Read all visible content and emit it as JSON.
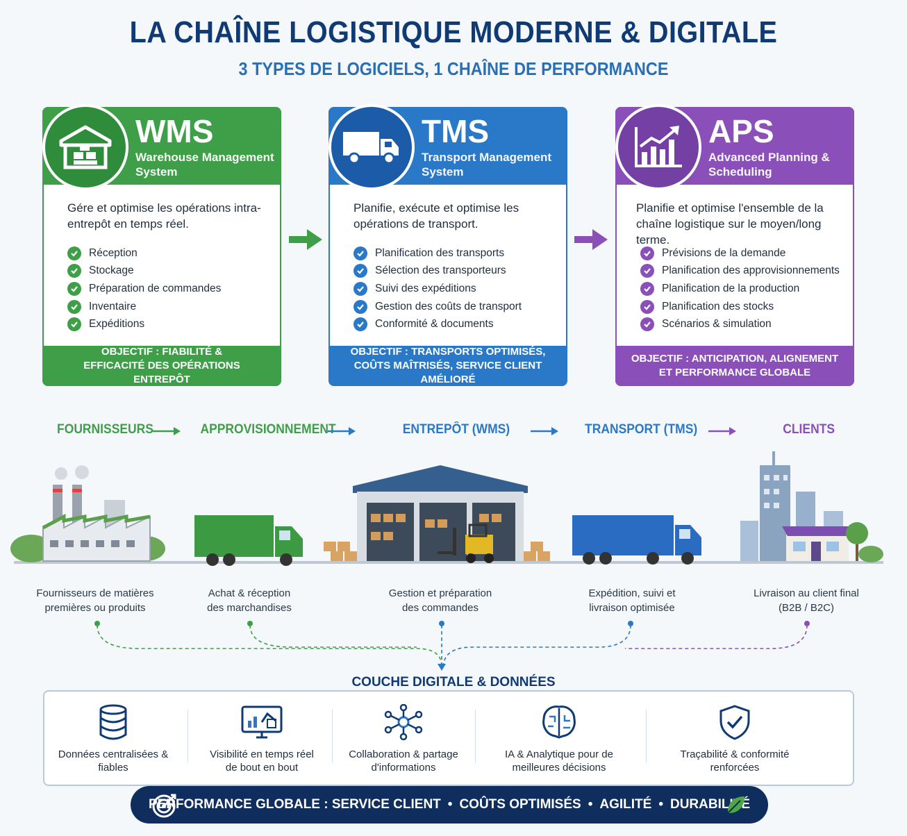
{
  "title": "LA CHAÎNE LOGISTIQUE MODERNE & DIGITALE",
  "subtitle": "3 TYPES DE LOGICIELS, 1 CHAÎNE DE PERFORMANCE",
  "colors": {
    "wms": "#3f9e48",
    "tms": "#2a78c8",
    "aps": "#8a4fb8",
    "navy": "#0f3a73"
  },
  "cards": [
    {
      "code": "WMS",
      "name": "Warehouse Management System",
      "icon": "warehouse-icon",
      "description": "Gére et optimise les opérations intra-entrepôt en temps réel.",
      "features": [
        "Réception",
        "Stockage",
        "Préparation de commandes",
        "Inventaire",
        "Expéditions"
      ],
      "objective": "OBJECTIF : FIABILITÉ & EFFICACITÉ DES OPÉRATIONS ENTREPÔT"
    },
    {
      "code": "TMS",
      "name": "Transport Management System",
      "icon": "truck-icon",
      "description": "Planifie, exécute et optimise les opérations de transport.",
      "features": [
        "Planification des transports",
        "Sélection des transporteurs",
        "Suivi des expéditions",
        "Gestion des coûts de transport",
        "Conformité & documents"
      ],
      "objective": "OBJECTIF : TRANSPORTS OPTIMISÉS, COÛTS MAÎTRISÉS, SERVICE CLIENT AMÉLIORÉ"
    },
    {
      "code": "APS",
      "name": "Advanced Planning & Scheduling",
      "icon": "growth-chart-icon",
      "description": "Planifie et optimise l'ensemble de la chaîne logistique sur le moyen/long terme.",
      "features": [
        "Prévisions de la demande",
        "Planification des approvisionnements",
        "Planification de la production",
        "Planification des stocks",
        "Scénarios & simulation"
      ],
      "objective": "OBJECTIF : ANTICIPATION, ALIGNEMENT ET PERFORMANCE GLOBALE"
    }
  ],
  "flow": {
    "stages": [
      "FOURNISSEURS",
      "APPROVISIONNEMENT",
      "ENTREPÔT (WMS)",
      "TRANSPORT (TMS)",
      "CLIENTS"
    ],
    "captions": [
      "Fournisseurs de matières premières ou produits",
      "Achat & réception des marchandises",
      "Gestion et préparation des commandes",
      "Expédition, suivi et livraison optimisée",
      "Livraison au client final (B2B / B2C)"
    ]
  },
  "digital_layer": {
    "title": "COUCHE DIGITALE & DONNÉES",
    "items": [
      {
        "icon": "database-icon",
        "label": "Données centralisées & fiables"
      },
      {
        "icon": "monitor-dashboard-icon",
        "label": "Visibilité en temps réel de bout en bout"
      },
      {
        "icon": "network-icon",
        "label": "Collaboration & partage d'informations"
      },
      {
        "icon": "ai-brain-icon",
        "label": "IA & Analytique pour de meilleures décisions"
      },
      {
        "icon": "shield-check-icon",
        "label": "Traçabilité & conformité renforcées"
      }
    ]
  },
  "banner": {
    "prefix": "PERFORMANCE GLOBALE : SERVICE CLIENT",
    "items": [
      "COÛTS OPTIMISÉS",
      "AGILITÉ",
      "DURABILITÉ"
    ],
    "icon_left": "target-icon",
    "icon_right": "leaf-icon"
  }
}
